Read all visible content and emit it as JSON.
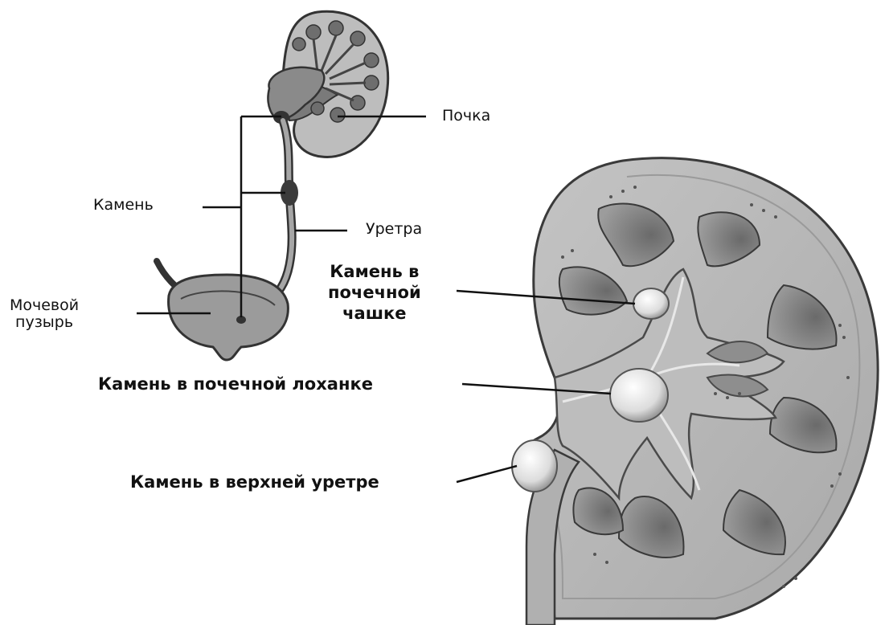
{
  "labels": {
    "kidney": "Почка",
    "stone": "Камень",
    "ureter": "Уретра",
    "bladder_line1": "Мочевой",
    "bladder_line2": "пузырь",
    "calyx_line1": "Камень в",
    "calyx_line2": "почечной",
    "calyx_line3": "чашке",
    "pelvis": "Камень в почечной лоханке",
    "upper_ureter": "Камень в верхней уретре"
  },
  "colors": {
    "background": "#ffffff",
    "tissue_light": "#c9c9c9",
    "tissue_mid": "#8f8f8f",
    "tissue_dark": "#4a4a4a",
    "stone": "#e6e6e6",
    "leader": "#111111"
  }
}
